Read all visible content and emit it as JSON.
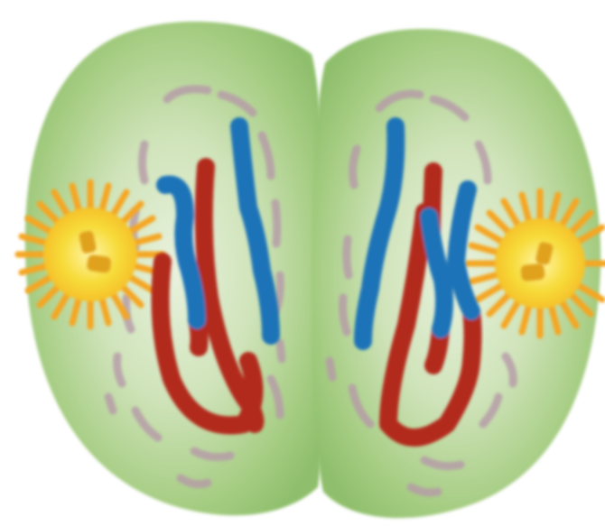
{
  "figure": {
    "subject": "cell-division-telophase-i",
    "colors": {
      "cell_fill": "#9fc97a",
      "cell_center": "#e8f1dc",
      "cell_edge": "#7fb25f",
      "chromosome_red": "#b22a1f",
      "chromosome_blue": "#1f73b7",
      "centrosome_ray": "#f5a623",
      "centrosome_core": "#f2d020",
      "centriole": "#e0a21a",
      "envelope_dash": "#b49aa6"
    },
    "cells": [
      {
        "id": "left-cell"
      },
      {
        "id": "right-cell"
      }
    ]
  }
}
